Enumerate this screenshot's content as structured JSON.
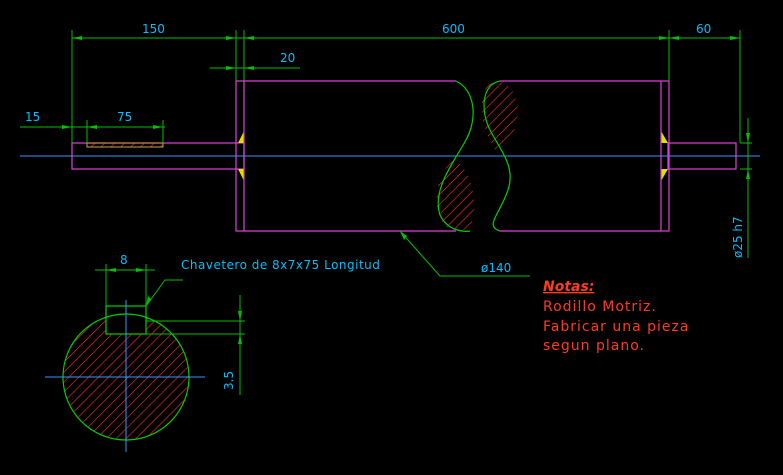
{
  "dimensions": {
    "d150": "150",
    "d600": "600",
    "d60": "60",
    "d20": "20",
    "d15": "15",
    "d75": "75",
    "d8": "8",
    "d3_5": "3.5",
    "dia140": "ø140",
    "dia25": "ø25 h7"
  },
  "labels": {
    "keyway": "Chavetero de 8x7x75 Longitud"
  },
  "notes": {
    "title": "Notas:",
    "lines": [
      "Rodillo Motriz.",
      "Fabricar una pieza",
      "segun plano."
    ]
  },
  "colors": {
    "background": "#000000",
    "dimension": "#00c000",
    "dimension_text": "#00bfff",
    "roller": "#e040e0",
    "break_line": "#00d000",
    "hatch": "#ff3030",
    "centerline": "#3399ff",
    "notes": "#ff3b1f",
    "weld": "#e0e000"
  }
}
